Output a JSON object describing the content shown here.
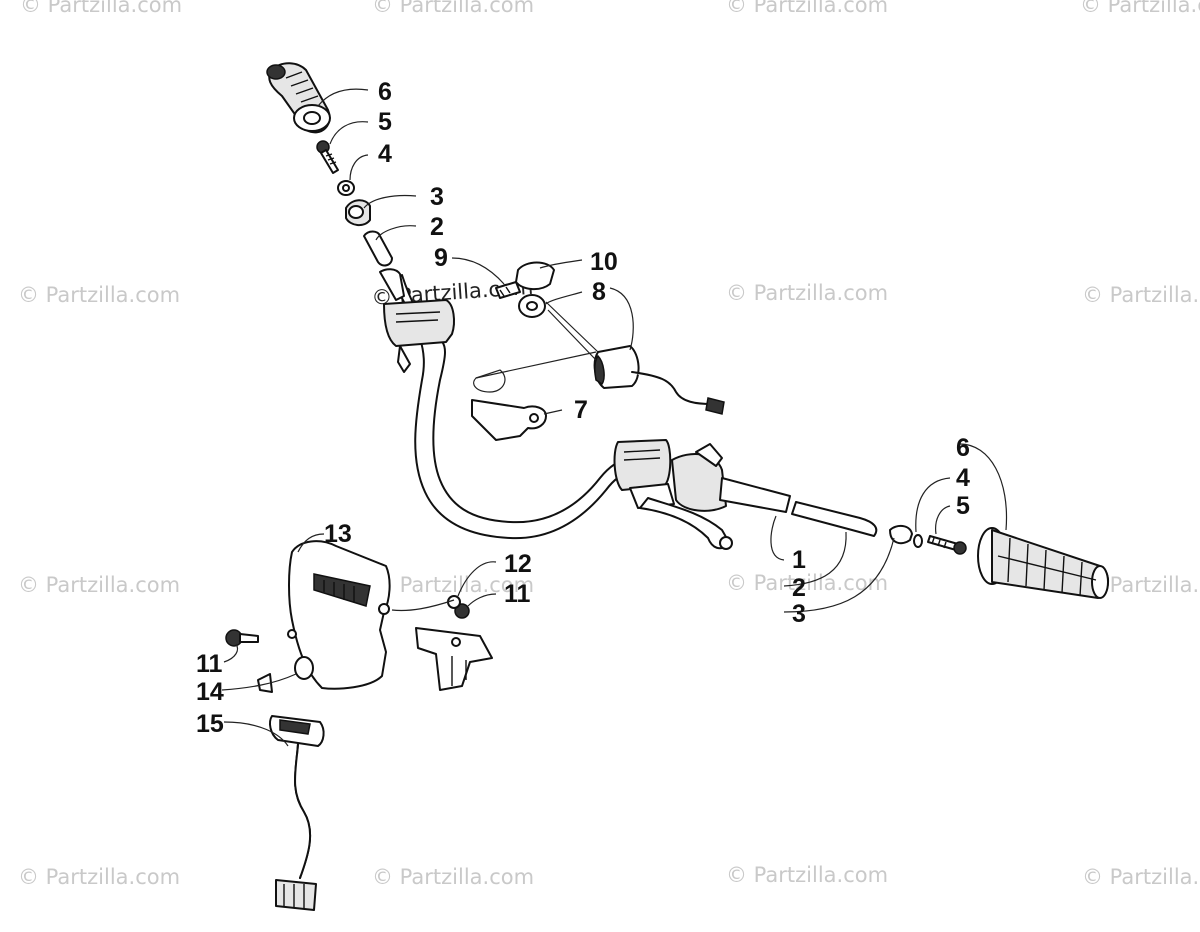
{
  "watermark": "© Partzilla.com",
  "callouts": {
    "c6_top": "6",
    "c5_top": "5",
    "c4_top": "4",
    "c3_top": "3",
    "c2_top": "2",
    "c9": "9",
    "c10": "10",
    "c8": "8",
    "c7": "7",
    "c6_right": "6",
    "c4_right": "4",
    "c5_right": "5",
    "c1": "1",
    "c2_bottom": "2",
    "c3_bottom": "3",
    "c13": "13",
    "c12": "12",
    "c11_right": "11",
    "c11_left": "11",
    "c14": "14",
    "c15": "15"
  }
}
